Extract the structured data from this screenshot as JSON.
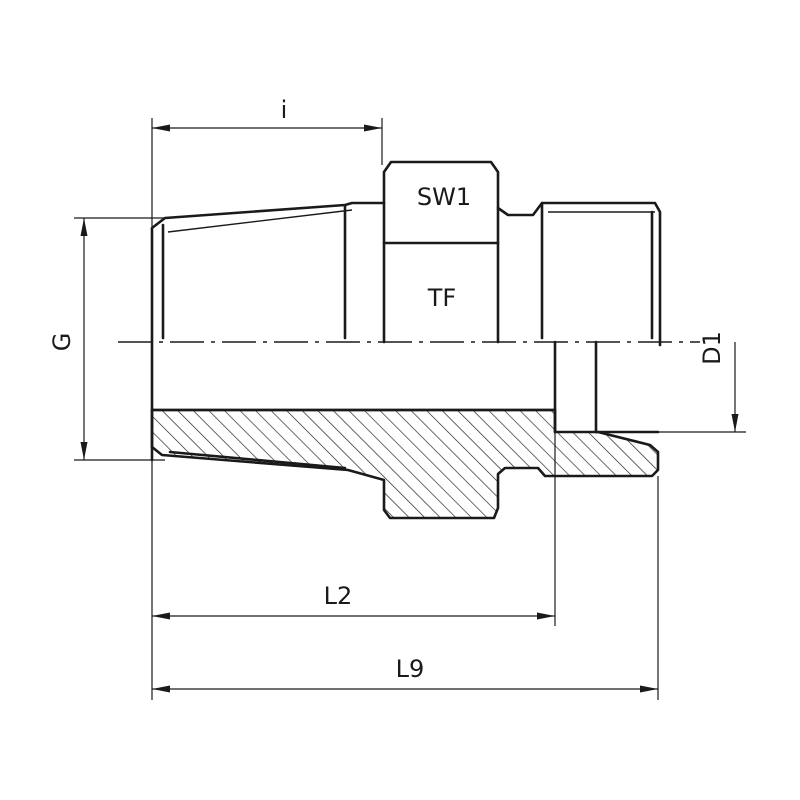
{
  "labels": {
    "i": "i",
    "sw1": "SW1",
    "tf": "TF",
    "g": "G",
    "d1": "D1",
    "l2": "L2",
    "l9": "L9"
  }
}
